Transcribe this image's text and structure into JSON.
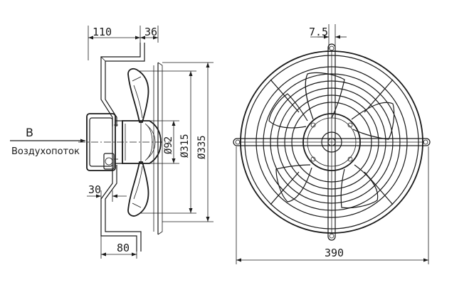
{
  "airflow": {
    "letter": "B",
    "label": "Воздухопоток"
  },
  "side_view": {
    "dim_top_left": "110",
    "dim_top_right": "36",
    "dim_d92": "Ø92",
    "dim_d315": "Ø315",
    "dim_d335": "Ø335",
    "dim_left_30": "30",
    "dim_bottom_80": "80"
  },
  "front_view": {
    "dim_top": "7.5",
    "dim_bottom": "390"
  },
  "colors": {
    "line": "#1a1a1a",
    "background": "#ffffff"
  }
}
